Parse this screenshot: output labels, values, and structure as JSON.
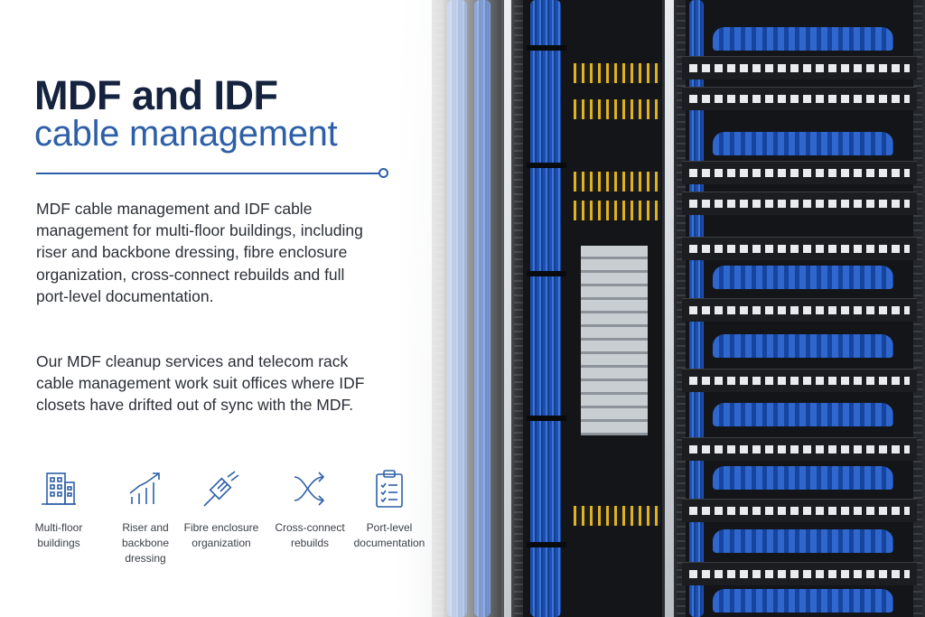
{
  "heading": {
    "line1": "MDF and IDF",
    "line2": "cable management"
  },
  "paragraphs": [
    "MDF cable management and IDF cable management for multi-floor buildings, including riser and backbone dressing, fibre enclosure organization, cross-connect rebuilds and full port-level documentation.",
    "Our MDF cleanup services and telecom rack cable management work suit offices where IDF closets have drifted out of sync with the MDF."
  ],
  "features": [
    {
      "icon": "building-icon",
      "label": "Multi-floor buildings"
    },
    {
      "icon": "chart-up-icon",
      "label": "Riser and backbone dressing"
    },
    {
      "icon": "fibre-cable-icon",
      "label": "Fibre enclosure organization"
    },
    {
      "icon": "cross-arrows-icon",
      "label": "Cross-connect rebuilds"
    },
    {
      "icon": "clipboard-icon",
      "label": "Port-level documentation"
    }
  ],
  "colors": {
    "heading_dark": "#15233f",
    "accent_blue": "#2d5fa8",
    "body_text": "#2b2f36",
    "cable_blue": "#2f67cf",
    "fibre_yellow": "#e0b21f"
  }
}
